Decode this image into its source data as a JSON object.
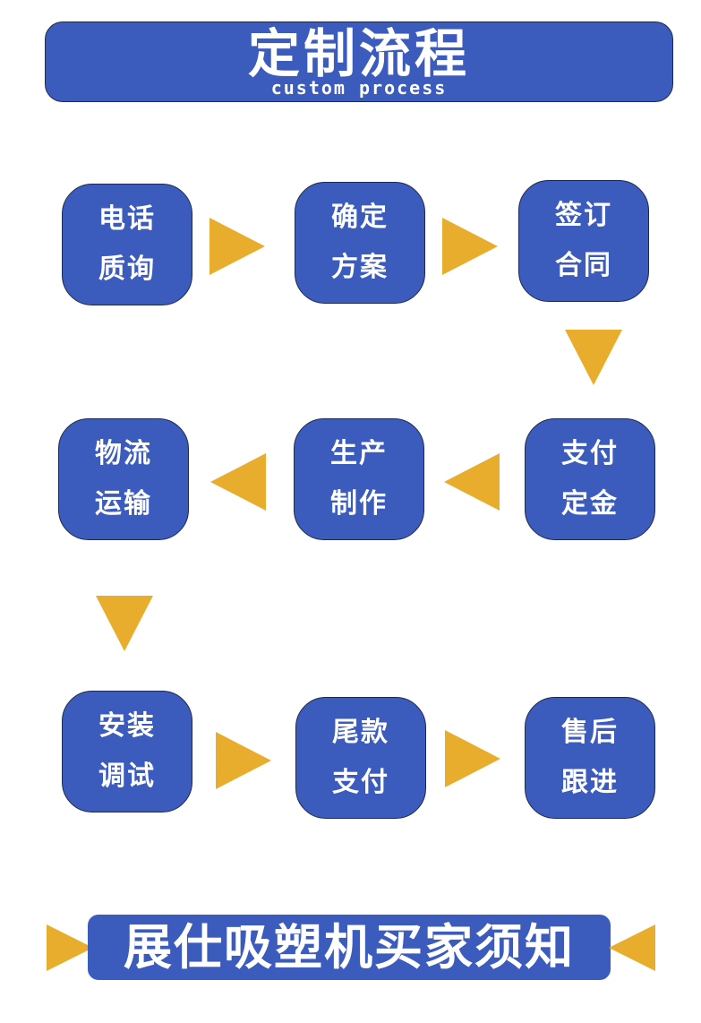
{
  "header": {
    "title": "定制流程",
    "subtitle": "custom process"
  },
  "steps": [
    {
      "line1": "电话",
      "line2": "质询"
    },
    {
      "line1": "确定",
      "line2": "方案"
    },
    {
      "line1": "签订",
      "line2": "合同"
    },
    {
      "line1": "支付",
      "line2": "定金"
    },
    {
      "line1": "生产",
      "line2": "制作"
    },
    {
      "line1": "物流",
      "line2": "运输"
    },
    {
      "line1": "安装",
      "line2": "调试"
    },
    {
      "line1": "尾款",
      "line2": "支付"
    },
    {
      "line1": "售后",
      "line2": "跟进"
    }
  ],
  "footer": {
    "title": "展仕吸塑机买家须知"
  },
  "colors": {
    "box": "#3b5bbd",
    "border": "#1e2a4a",
    "arrow": "#e9ad2e",
    "text": "#ffffff"
  }
}
